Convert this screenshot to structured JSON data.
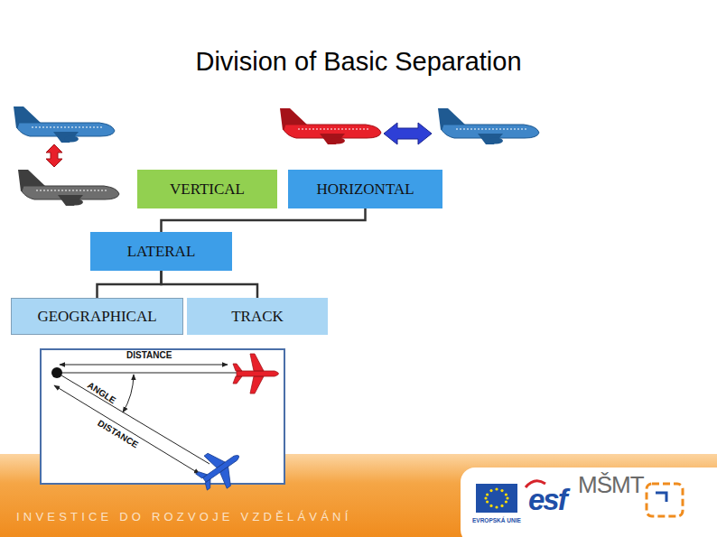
{
  "diagram": {
    "title": "Division of Basic Separation",
    "nodes": [
      {
        "text": [
          "VERTICAL"
        ]
      },
      {
        "text": [
          "HORIZONTAL"
        ]
      },
      {
        "text": [
          "LATERAL"
        ]
      },
      {
        "text": [
          "GEOGRAPHICAL"
        ]
      },
      {
        "text": [
          "TRACK"
        ]
      }
    ],
    "edges": [
      {
        "from": 1,
        "to": 2,
        "arrow": "none"
      },
      {
        "from": 2,
        "to": 3,
        "arrow": "none"
      },
      {
        "from": 2,
        "to": 4,
        "arrow": "none"
      }
    ],
    "labels": [
      "DISTANCE",
      "ANGLE",
      "DISTANCE",
      "INVESTICE DO ROZVOJE VZDĚLÁVÁNÍ",
      "EVROPSKÁ UNIE",
      "esf",
      "MŠMT"
    ]
  }
}
